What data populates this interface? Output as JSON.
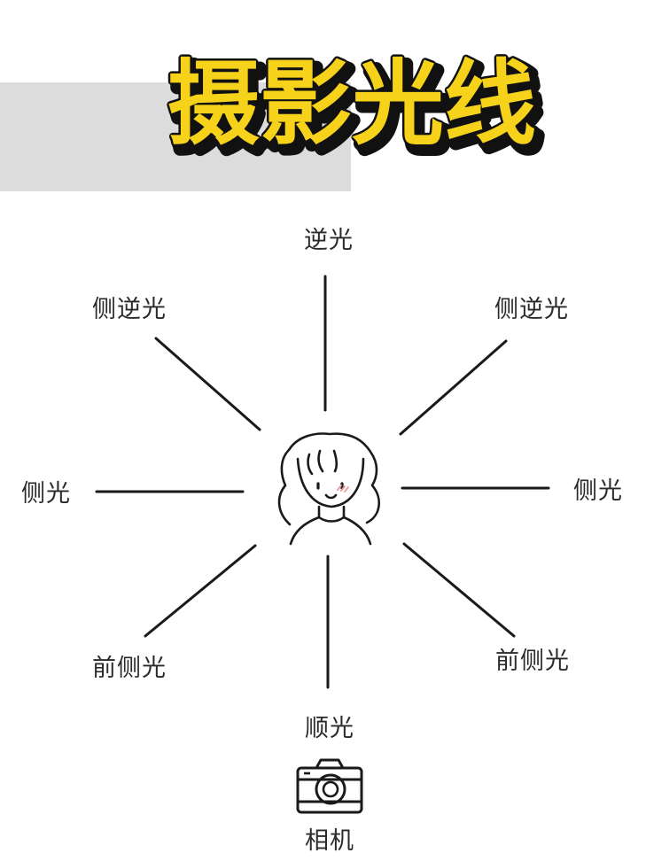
{
  "title": "摄影光线",
  "colors": {
    "title_fill": "#f6d21b",
    "title_outline": "#111111",
    "band": "#dcdcdc",
    "line": "#1a1a1a",
    "blush": "#e8a0a0"
  },
  "labels": {
    "back": "逆光",
    "side_back_left": "侧逆光",
    "side_back_right": "侧逆光",
    "side_left": "侧光",
    "side_right": "侧光",
    "front_side_left": "前侧光",
    "front_side_right": "前侧光",
    "front": "顺光",
    "camera": "相机"
  },
  "icons": {
    "subject": "girl-face-icon",
    "camera": "camera-icon"
  }
}
